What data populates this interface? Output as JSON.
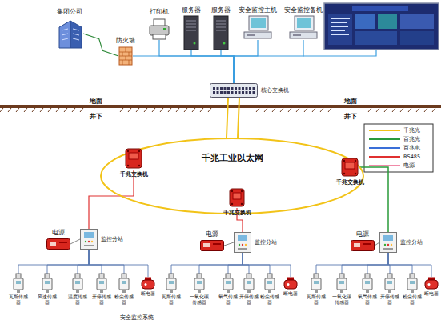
{
  "diagram": {
    "nodes": [
      {
        "text": [
          "集团公司"
        ]
      },
      {
        "text": [
          "防火墙"
        ]
      },
      {
        "text": [
          "打印机"
        ]
      },
      {
        "text": [
          "服务器"
        ]
      },
      {
        "text": [
          "服务器"
        ]
      },
      {
        "text": [
          "安全监控主机"
        ]
      },
      {
        "text": [
          "安全监控备机"
        ]
      },
      {
        "text": [
          "核心交换机"
        ]
      },
      {
        "text": [
          "千兆工业以太网"
        ]
      },
      {
        "text": [
          "千兆交换机"
        ]
      },
      {
        "text": [
          "千兆交换机"
        ]
      },
      {
        "text": [
          "千兆交换机"
        ]
      },
      {
        "text": [
          "电源"
        ]
      },
      {
        "text": [
          "监控分站"
        ]
      },
      {
        "text": [
          "瓦斯传感器"
        ]
      },
      {
        "text": [
          "风速传感器"
        ]
      },
      {
        "text": [
          "温度传感器"
        ]
      },
      {
        "text": [
          "开停传感器"
        ]
      },
      {
        "text": [
          "粉尘传感器"
        ]
      },
      {
        "text": [
          "断电器"
        ]
      },
      {
        "text": [
          "电源"
        ]
      },
      {
        "text": [
          "监控分站"
        ]
      },
      {
        "text": [
          "瓦斯传感器"
        ]
      },
      {
        "text": [
          "一氧化碳传感器"
        ]
      },
      {
        "text": [
          "氧气传感器"
        ]
      },
      {
        "text": [
          "开停传感器"
        ]
      },
      {
        "text": [
          "粉尘传感器"
        ]
      },
      {
        "text": [
          "断电器"
        ]
      },
      {
        "text": [
          "电源"
        ]
      },
      {
        "text": [
          "监控分站"
        ]
      },
      {
        "text": [
          "瓦斯传感器"
        ]
      },
      {
        "text": [
          "一氧化碳传感器"
        ]
      },
      {
        "text": [
          "氧气传感器"
        ]
      },
      {
        "text": [
          "开停传感器"
        ]
      },
      {
        "text": [
          "粉尘传感器"
        ]
      },
      {
        "text": [
          "断电器"
        ]
      }
    ],
    "edges": [
      {
        "from": 0,
        "to": 1,
        "arrow": "none"
      },
      {
        "from": 7,
        "to": 1,
        "arrow": "none"
      },
      {
        "from": 7,
        "to": 2,
        "arrow": "none"
      },
      {
        "from": 7,
        "to": 3,
        "arrow": "none"
      },
      {
        "from": 7,
        "to": 4,
        "arrow": "none"
      },
      {
        "from": 7,
        "to": 5,
        "arrow": "none"
      },
      {
        "from": 7,
        "to": 6,
        "arrow": "none"
      },
      {
        "from": 7,
        "to": 8,
        "arrow": "none"
      },
      {
        "from": 9,
        "to": 13,
        "arrow": "none"
      },
      {
        "from": 10,
        "to": 21,
        "arrow": "none"
      },
      {
        "from": 11,
        "to": 29,
        "arrow": "none"
      },
      {
        "from": 12,
        "to": 13,
        "arrow": "none"
      },
      {
        "from": 13,
        "to": 14,
        "arrow": "none"
      },
      {
        "from": 13,
        "to": 15,
        "arrow": "none"
      },
      {
        "from": 13,
        "to": 16,
        "arrow": "none"
      },
      {
        "from": 13,
        "to": 17,
        "arrow": "none"
      },
      {
        "from": 13,
        "to": 18,
        "arrow": "none"
      },
      {
        "from": 13,
        "to": 19,
        "arrow": "none"
      },
      {
        "from": 20,
        "to": 21,
        "arrow": "none"
      },
      {
        "from": 21,
        "to": 22,
        "arrow": "none"
      },
      {
        "from": 21,
        "to": 23,
        "arrow": "none"
      },
      {
        "from": 21,
        "to": 24,
        "arrow": "none"
      },
      {
        "from": 21,
        "to": 25,
        "arrow": "none"
      },
      {
        "from": 21,
        "to": 26,
        "arrow": "none"
      },
      {
        "from": 21,
        "to": 27,
        "arrow": "none"
      },
      {
        "from": 28,
        "to": 29,
        "arrow": "none"
      },
      {
        "from": 29,
        "to": 30,
        "arrow": "none"
      },
      {
        "from": 29,
        "to": 31,
        "arrow": "none"
      },
      {
        "from": 29,
        "to": 32,
        "arrow": "none"
      },
      {
        "from": 29,
        "to": 33,
        "arrow": "none"
      },
      {
        "from": 29,
        "to": 34,
        "arrow": "none"
      },
      {
        "from": 29,
        "to": 35,
        "arrow": "none"
      }
    ],
    "labels": [
      "地面",
      "地面",
      "井下",
      "井下",
      "安全监控系统"
    ],
    "legend": [
      {
        "text": "千兆光"
      },
      {
        "text": "百兆光"
      },
      {
        "text": "百兆电"
      },
      {
        "text": "RS485"
      },
      {
        "text": "电源"
      }
    ]
  }
}
